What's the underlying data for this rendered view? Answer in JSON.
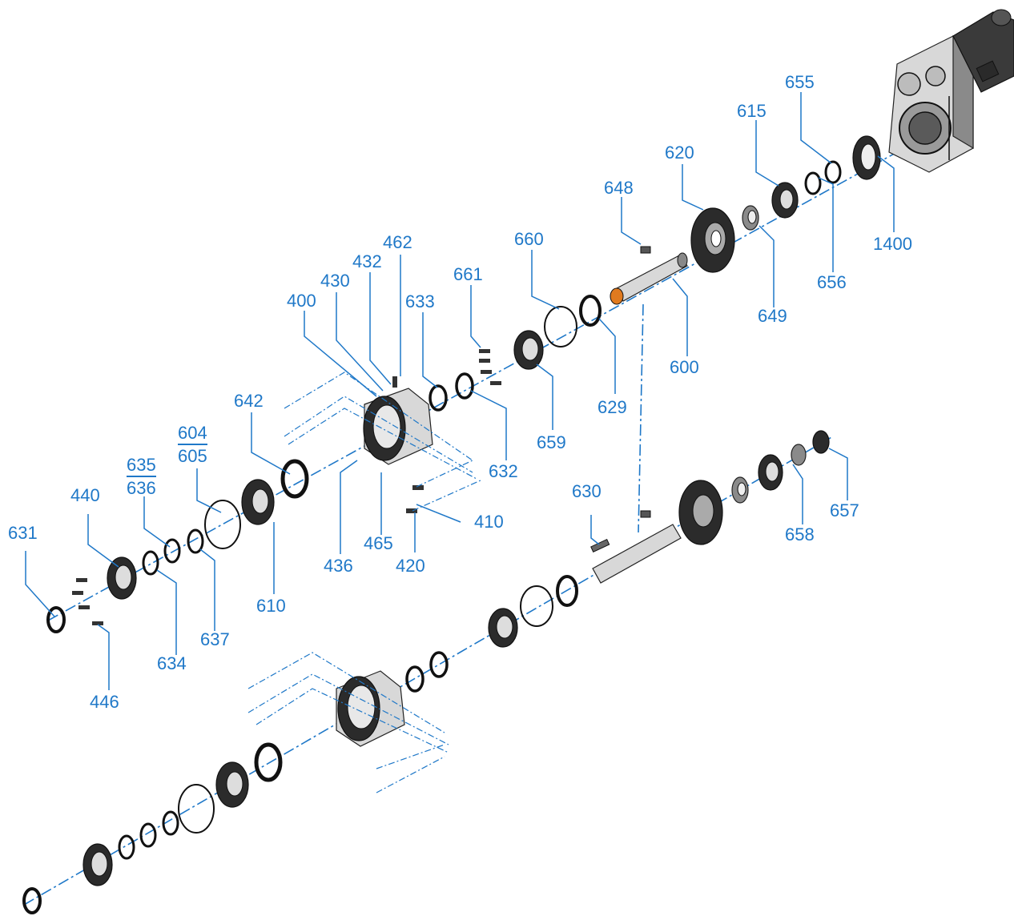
{
  "labels": {
    "p631": "631",
    "p440": "440",
    "p635": "635",
    "p636": "636",
    "p604": "604",
    "p605": "605",
    "p642": "642",
    "p400": "400",
    "p430": "430",
    "p432": "432",
    "p462": "462",
    "p633": "633",
    "p661": "661",
    "p660": "660",
    "p648": "648",
    "p620": "620",
    "p615": "615",
    "p655": "655",
    "p1400": "1400",
    "p656": "656",
    "p649": "649",
    "p600": "600",
    "p629": "629",
    "p659": "659",
    "p632": "632",
    "p410": "410",
    "p420": "420",
    "p465": "465",
    "p436": "436",
    "p610": "610",
    "p637": "637",
    "p634": "634",
    "p446": "446",
    "p630": "630",
    "p658": "658",
    "p657": "657"
  },
  "colors": {
    "leader": "#1f78c8",
    "part_dark": "#2b2b2b",
    "part_light": "#d8d8d8"
  }
}
